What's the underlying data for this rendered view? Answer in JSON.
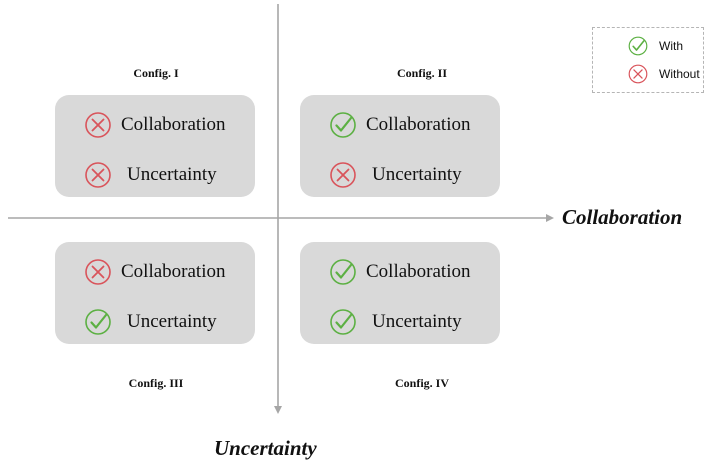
{
  "axes": {
    "x_title": "Collaboration",
    "y_title": "Uncertainty",
    "axis_color": "#a6a6a6"
  },
  "legend": {
    "with_label": "With",
    "without_label": "Without"
  },
  "colors": {
    "check": "#5cb043",
    "cross": "#d9545b",
    "box_fill": "#d9d9d9"
  },
  "configs": [
    {
      "label": "Config. I",
      "collaboration": "Collaboration",
      "collaboration_state": "without",
      "uncertainty": "Uncertainty",
      "uncertainty_state": "without"
    },
    {
      "label": "Config. II",
      "collaboration": "Collaboration",
      "collaboration_state": "with",
      "uncertainty": "Uncertainty",
      "uncertainty_state": "without"
    },
    {
      "label": "Config. III",
      "collaboration": "Collaboration",
      "collaboration_state": "without",
      "uncertainty": "Uncertainty",
      "uncertainty_state": "with"
    },
    {
      "label": "Config. IV",
      "collaboration": "Collaboration",
      "collaboration_state": "with",
      "uncertainty": "Uncertainty",
      "uncertainty_state": "with"
    }
  ]
}
